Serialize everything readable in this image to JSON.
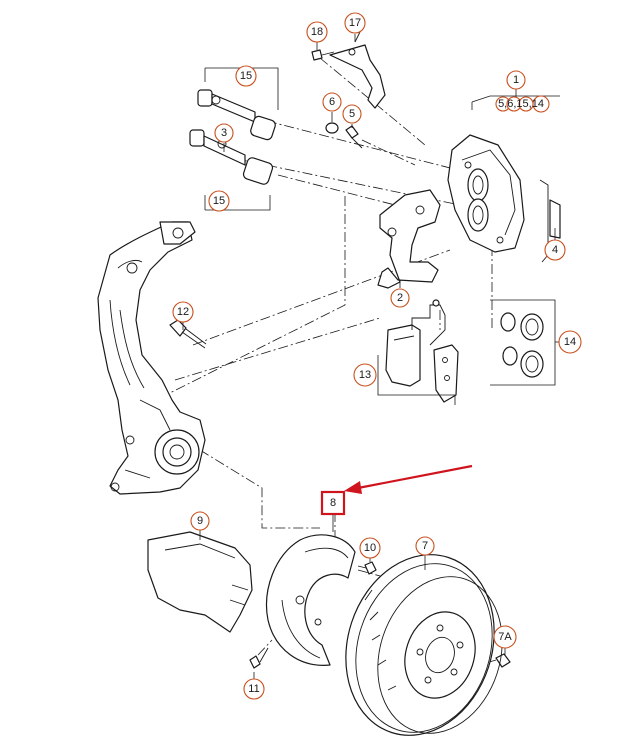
{
  "diagram": {
    "callouts": {
      "c1": "1",
      "c1_sub": "5,6,15,14",
      "c2": "2",
      "c3": "3",
      "c4": "4",
      "c5": "5",
      "c6": "6",
      "c7": "7",
      "c7a": "7A",
      "c8": "8",
      "c9": "9",
      "c10": "10",
      "c11": "11",
      "c12": "12",
      "c13": "13",
      "c14": "14",
      "c15a": "15",
      "c15b": "15",
      "c17": "17",
      "c18": "18"
    },
    "highlight_color": "#d0141e",
    "callout_ring_color": "#c8501e",
    "icons": [
      "steering-knuckle-icon",
      "brake-caliper-icon",
      "brake-disc-icon",
      "splash-shield-icon",
      "brake-pad-icon",
      "wear-sensor-icon",
      "guide-pin-icon",
      "bolt-icon"
    ]
  }
}
